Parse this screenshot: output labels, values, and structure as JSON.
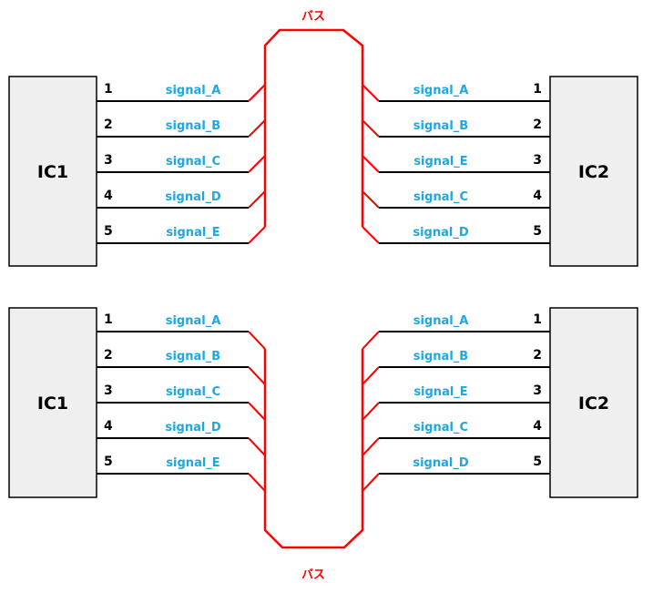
{
  "bus_color": "#ff0000",
  "signal_color": "#1fa7e0",
  "ic_fill": "#efefef",
  "diagrams": [
    {
      "bus_label": "バス",
      "left_ic": "IC1",
      "right_ic": "IC2",
      "left_pins": [
        {
          "pin": "1",
          "signal": "signal_A"
        },
        {
          "pin": "2",
          "signal": "signal_B"
        },
        {
          "pin": "3",
          "signal": "signal_C"
        },
        {
          "pin": "4",
          "signal": "signal_D"
        },
        {
          "pin": "5",
          "signal": "signal_E"
        }
      ],
      "right_pins": [
        {
          "pin": "1",
          "signal": "signal_A"
        },
        {
          "pin": "2",
          "signal": "signal_B"
        },
        {
          "pin": "3",
          "signal": "signal_E"
        },
        {
          "pin": "4",
          "signal": "signal_C"
        },
        {
          "pin": "5",
          "signal": "signal_D"
        }
      ]
    },
    {
      "bus_label": "バス",
      "left_ic": "IC1",
      "right_ic": "IC2",
      "left_pins": [
        {
          "pin": "1",
          "signal": "signal_A"
        },
        {
          "pin": "2",
          "signal": "signal_B"
        },
        {
          "pin": "3",
          "signal": "signal_C"
        },
        {
          "pin": "4",
          "signal": "signal_D"
        },
        {
          "pin": "5",
          "signal": "signal_E"
        }
      ],
      "right_pins": [
        {
          "pin": "1",
          "signal": "signal_A"
        },
        {
          "pin": "2",
          "signal": "signal_B"
        },
        {
          "pin": "3",
          "signal": "signal_E"
        },
        {
          "pin": "4",
          "signal": "signal_C"
        },
        {
          "pin": "5",
          "signal": "signal_D"
        }
      ]
    }
  ]
}
